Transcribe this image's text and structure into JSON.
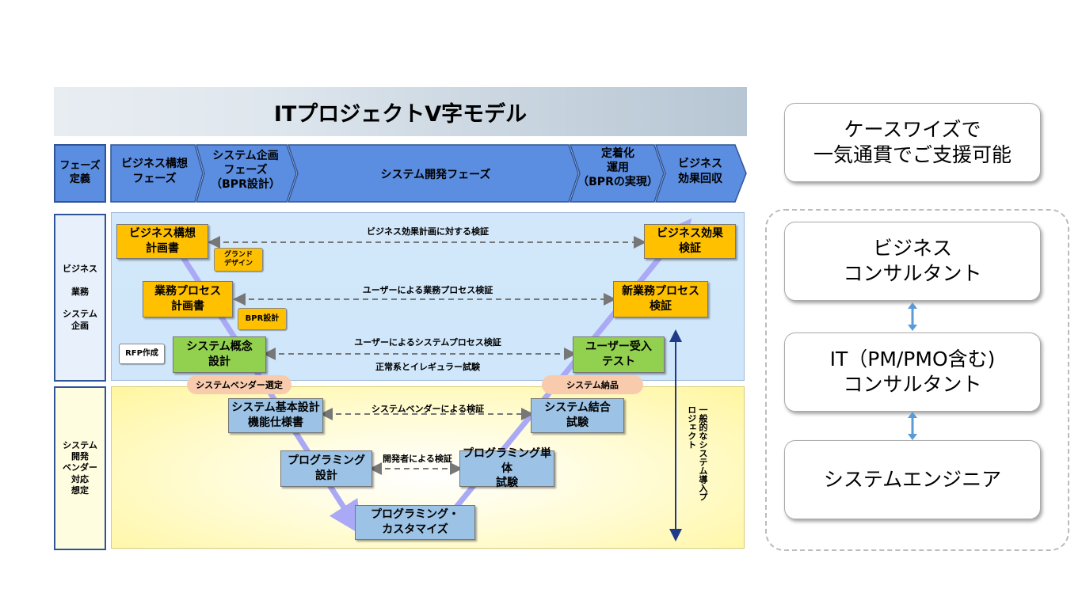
{
  "title": "ITプロジェクトV字モデル",
  "phase_header": {
    "label": "フェーズ\n定義",
    "phases": [
      "ビジネス構想\nフェーズ",
      "システム企画\nフェーズ\n（BPR設計）",
      "システム開発フェーズ",
      "定着化\n運用\n（BPRの実現）",
      "ビジネス\n効果回収"
    ]
  },
  "rows": {
    "business": "ビジネス\n\n業務\n\nシステム\n企画",
    "system": "システム\n開発\nベンダー\n対応\n想定"
  },
  "left_boxes": {
    "business_plan": "ビジネス構想\n計画書",
    "process_plan": "業務プロセス\n計画書",
    "system_concept": "システム概念\n設計",
    "basic_design": "システム基本設計\n機能仕様書",
    "programming_design": "プログラミング\n設計",
    "bottom": "プログラミング・\nカスタマイズ"
  },
  "right_boxes": {
    "biz_effect": "ビジネス効果\n検証",
    "new_process": "新業務プロセス\n検証",
    "user_acceptance": "ユーザー受入\nテスト",
    "system_integration": "システム結合\n試験",
    "unit_test": "プログラミング単体\n試験"
  },
  "tags": {
    "grand_design": "グランド\nデザイン",
    "bpr_design": "BPR設計",
    "rfp": "RFP作成"
  },
  "pills": {
    "vendor_select": "システムベンダー選定",
    "delivery": "システム納品"
  },
  "verifications": {
    "v1": "ビジネス効果計画に対する検証",
    "v2": "ユーザーによる業務プロセス検証",
    "v3": "ユーザーによるシステムプロセス検証",
    "v3_sub": "正常系とイレギュラー試験",
    "v4": "システムベンダーによる検証",
    "v5": "開発者による検証"
  },
  "vertical_note": "一般的なシステム導入プロジェクト",
  "right_panel": {
    "headline": "ケースワイズで\n一気通貫でご支援可能",
    "roles": [
      "ビジネス\nコンサルタント",
      "IT（PM/PMO含む)\nコンサルタント",
      "システムエンジニア"
    ]
  },
  "colors": {
    "phase_arrow": "#5b8de0",
    "orange_box": "#ffc000",
    "green_box": "#92d050",
    "blue_box": "#9cc3e6",
    "v_arrow": "#a9a9f5"
  }
}
